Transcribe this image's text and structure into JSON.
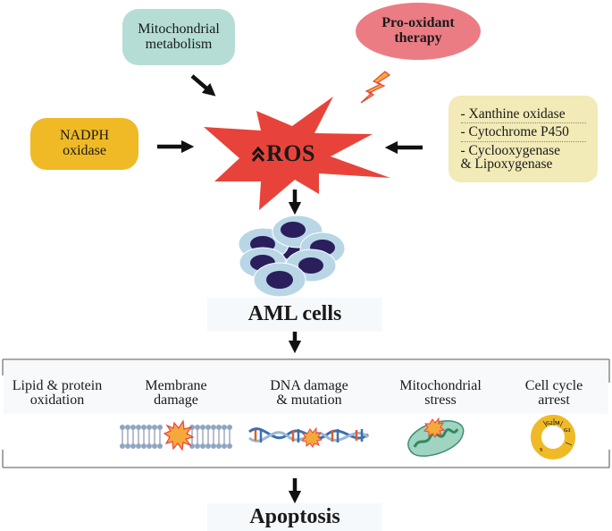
{
  "sources": {
    "mitochondrial_metabolism": [
      "Mitochondrial",
      "metabolism"
    ],
    "pro_oxidant_therapy": [
      "Pro-oxidant",
      "therapy"
    ],
    "nadph_oxidase": [
      "NADPH",
      "oxidase"
    ],
    "enzymes": [
      "- Xanthine oxidase",
      "- Cytochrome P450",
      "- Cyclooxygenase",
      "& Lipoxygenase"
    ]
  },
  "ros": {
    "label": "ROS",
    "indicator": "up-arrows"
  },
  "aml": {
    "label": "AML cells"
  },
  "effects": [
    {
      "line1": "Lipid & protein",
      "line2": "oxidation",
      "icon": "none"
    },
    {
      "line1": "Membrane",
      "line2": "damage",
      "icon": "membrane-damage-icon"
    },
    {
      "line1": "DNA damage",
      "line2": "& mutation",
      "icon": "dna-damage-icon"
    },
    {
      "line1": "Mitochondrial",
      "line2": "stress",
      "icon": "mitochondria-icon"
    },
    {
      "line1": "Cell cycle",
      "line2": "arrest",
      "icon": "cell-cycle-icon"
    }
  ],
  "cell_cycle_phases": [
    "G2",
    "M",
    "G1",
    "S"
  ],
  "outcome": {
    "label": "Apoptosis"
  },
  "colors": {
    "ros_star": "#e8433a",
    "mito_box": "#b5ddd6",
    "pro_oxidant": "#ec7c84",
    "nadph": "#efba26",
    "enzymes": "#f2eab7",
    "lightning": "#f6a93b",
    "cell_nucleus": "#2a1e5c",
    "cell_body": "#b9d6e6"
  }
}
